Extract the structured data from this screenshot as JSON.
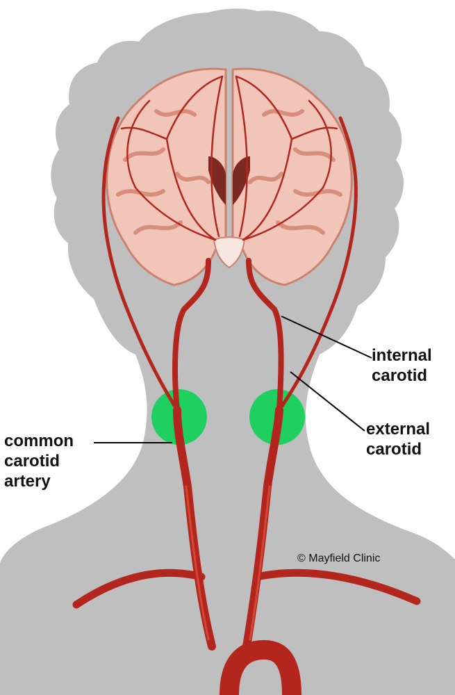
{
  "colors": {
    "silhouette": "#bfbfbf",
    "artery": "#b3261e",
    "artery_highlight": "#e0563f",
    "brain": "#f2c5b9",
    "brain_fold": "#d88e7d",
    "ventricle": "#7a2a22",
    "marker": "#1fcf5f",
    "leader_line": "#000000"
  },
  "labels": {
    "internal_carotid": [
      "internal",
      "carotid"
    ],
    "external_carotid": [
      "external",
      "carotid"
    ],
    "common_carotid": [
      "common",
      "carotid",
      "artery"
    ]
  },
  "credit": "© Mayfield Clinic"
}
